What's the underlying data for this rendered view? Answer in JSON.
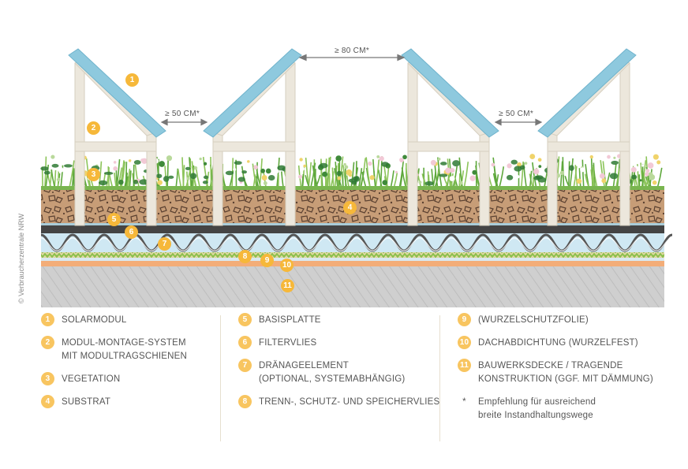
{
  "credit": "© Verbraucherzentrale NRW",
  "dimensions": {
    "gap_small_left": "≥ 50 CM*",
    "gap_large": "≥ 80 CM*",
    "gap_small_right": "≥ 50 CM*"
  },
  "scene_badges": [
    "1",
    "2",
    "3",
    "4",
    "5",
    "6",
    "7",
    "8",
    "9",
    "10",
    "11"
  ],
  "legend": {
    "col1": [
      {
        "num": "1",
        "label": "Solarmodul"
      },
      {
        "num": "2",
        "label": "Modul-Montage-System",
        "label2": "mit Modultragschienen"
      },
      {
        "num": "3",
        "label": "Vegetation"
      },
      {
        "num": "4",
        "label": "Substrat"
      }
    ],
    "col2": [
      {
        "num": "5",
        "label": "Basisplatte"
      },
      {
        "num": "6",
        "label": "Filtervlies"
      },
      {
        "num": "7",
        "label": "Dränageelement",
        "label2": "(optional, systemabhängig)"
      },
      {
        "num": "8",
        "label": "Trenn-, Schutz- und Speichervlies"
      }
    ],
    "col3": [
      {
        "num": "9",
        "label": "(Wurzelschutzfolie)"
      },
      {
        "num": "10",
        "label": "Dachabdichtung (wurzelfest)"
      },
      {
        "num": "11",
        "label": "Bauwerksdecke / tragende",
        "label2": "Konstruktion (ggf. mit Dämmung)"
      }
    ],
    "note_star": "*",
    "note_line1": "Empfehlung für ausreichend",
    "note_line2": "breite Instandhaltungswege"
  },
  "colors": {
    "badge": "#f6b83a",
    "panel": "#8ec9de",
    "frame": "#ece7dc",
    "substrate": "#c9a07a",
    "water": "#cbe6f2",
    "grass": "#6fb048",
    "concrete": "#c8c8c8"
  }
}
